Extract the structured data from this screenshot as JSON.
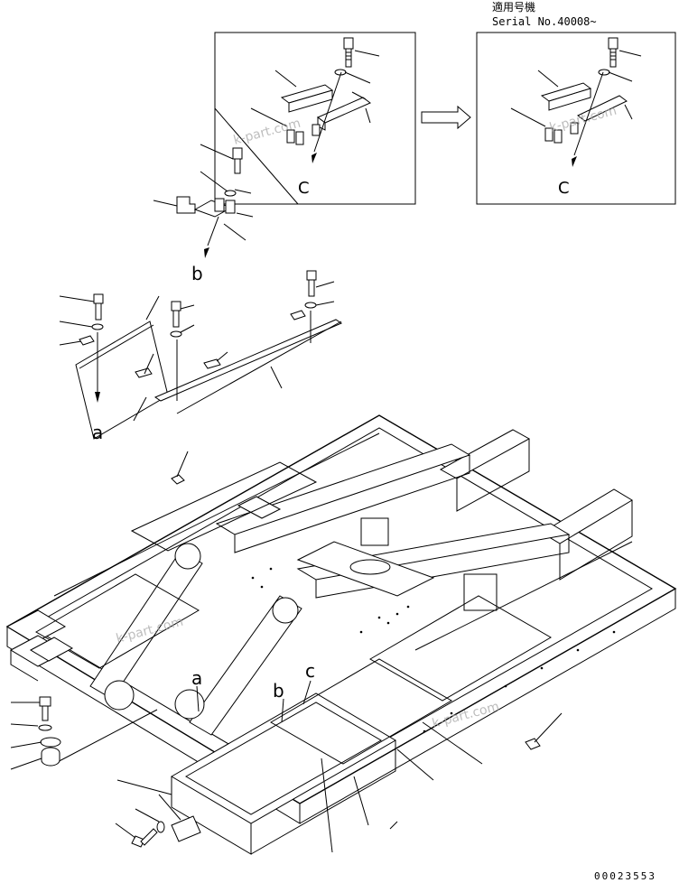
{
  "header": {
    "applicable_label": "適用号機",
    "serial_label": "Serial No.40008~"
  },
  "callouts": {
    "a_top": "a",
    "b_top": "b",
    "c_box_left": "C",
    "c_box_right": "C",
    "a_frame": "a",
    "b_frame": "b",
    "c_frame": "c"
  },
  "watermarks": [
    "k-part.com",
    "k-part.com",
    "k-part.com",
    "k-part.com"
  ],
  "footer": {
    "drawing_number": "00023553"
  }
}
